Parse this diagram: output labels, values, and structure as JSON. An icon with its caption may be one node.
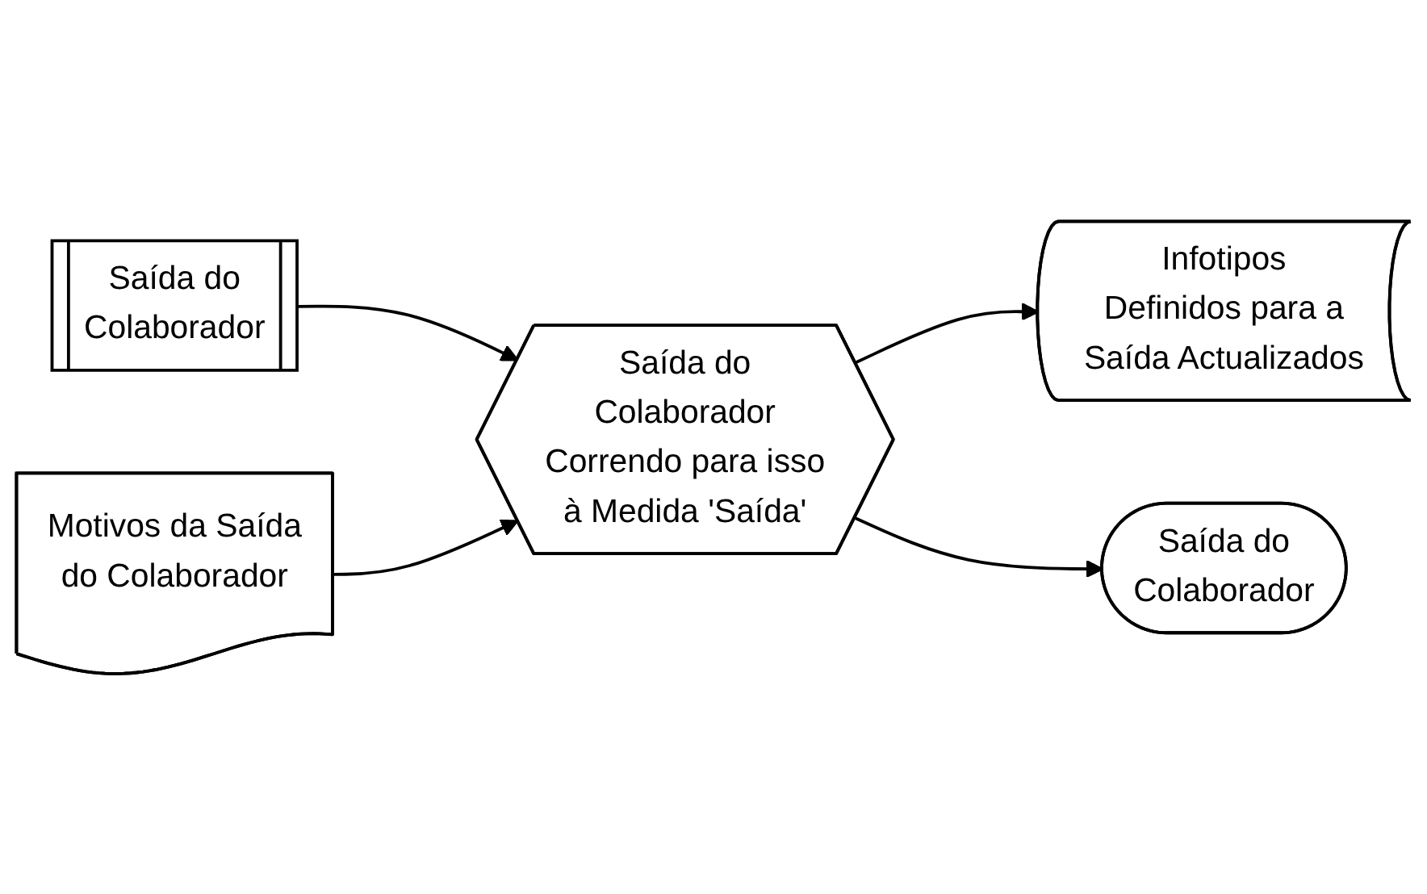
{
  "diagram": {
    "nodes": [
      {
        "text": [
          "Saída do Colaborador"
        ]
      },
      {
        "text": [
          "Motivos da Saída do Colaborador"
        ]
      },
      {
        "text": [
          "Saída do Colaborador Correndo para isso à Medida 'Saída'"
        ]
      },
      {
        "text": [
          "Infotipos Definidos para a Saída Actualizados"
        ]
      },
      {
        "text": [
          "Saída do Colaborador"
        ]
      }
    ],
    "edges": [
      {
        "from": 0,
        "to": 2,
        "arrow": "to"
      },
      {
        "from": 1,
        "to": 2,
        "arrow": "to"
      },
      {
        "from": 2,
        "to": 3,
        "arrow": "to"
      },
      {
        "from": 2,
        "to": 4,
        "arrow": "to"
      }
    ]
  }
}
